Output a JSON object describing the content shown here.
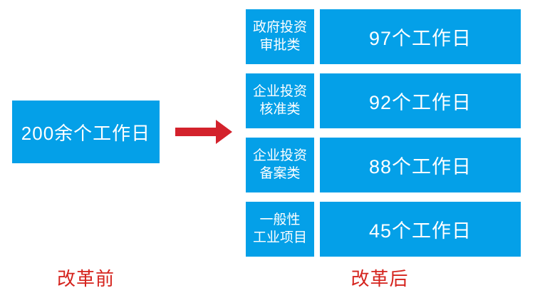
{
  "before": {
    "box_label": "200余个工作日",
    "caption": "改革前"
  },
  "after": {
    "caption": "改革后",
    "rows": [
      {
        "category": "政府投资\n审批类",
        "value": "97个工作日"
      },
      {
        "category": "企业投资\n核准类",
        "value": "92个工作日"
      },
      {
        "category": "企业投资\n备案类",
        "value": "88个工作日"
      },
      {
        "category": "一般性\n工业项目",
        "value": "45个工作日"
      }
    ]
  },
  "icons": {
    "arrow": "right-arrow"
  },
  "colors": {
    "box_blue": "#04A0E8",
    "arrow_red": "#D3222C",
    "caption_red": "#D5241E",
    "box_text": "#FFFFFF"
  }
}
